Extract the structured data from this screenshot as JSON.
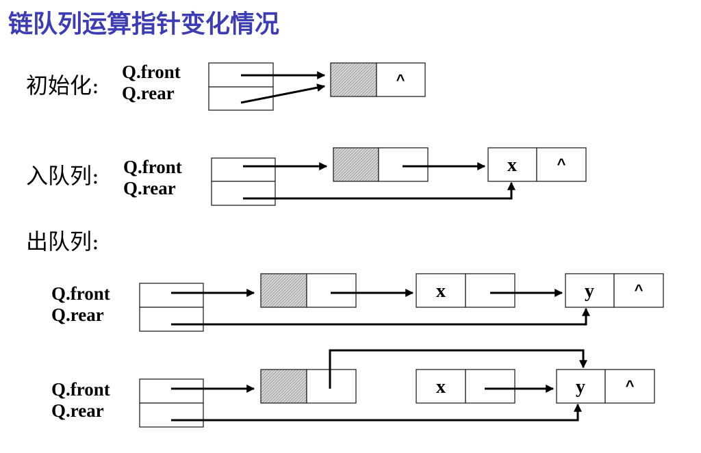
{
  "title": "链队列运算指针变化情况",
  "sections": {
    "init": {
      "label": "初始化:",
      "front": "Q.front",
      "rear": "Q.rear",
      "null_mark": "^"
    },
    "enqueue": {
      "label": "入队列:",
      "front": "Q.front",
      "rear": "Q.rear",
      "node_value": "x",
      "null_mark": "^"
    },
    "dequeue": {
      "label": "出队列:",
      "before": {
        "front": "Q.front",
        "rear": "Q.rear",
        "node1_value": "x",
        "node2_value": "y",
        "null_mark": "^"
      },
      "after": {
        "front": "Q.front",
        "rear": "Q.rear",
        "node1_value": "x",
        "node2_value": "y",
        "null_mark": "^"
      }
    }
  },
  "colors": {
    "title": "#3c3cb4"
  }
}
